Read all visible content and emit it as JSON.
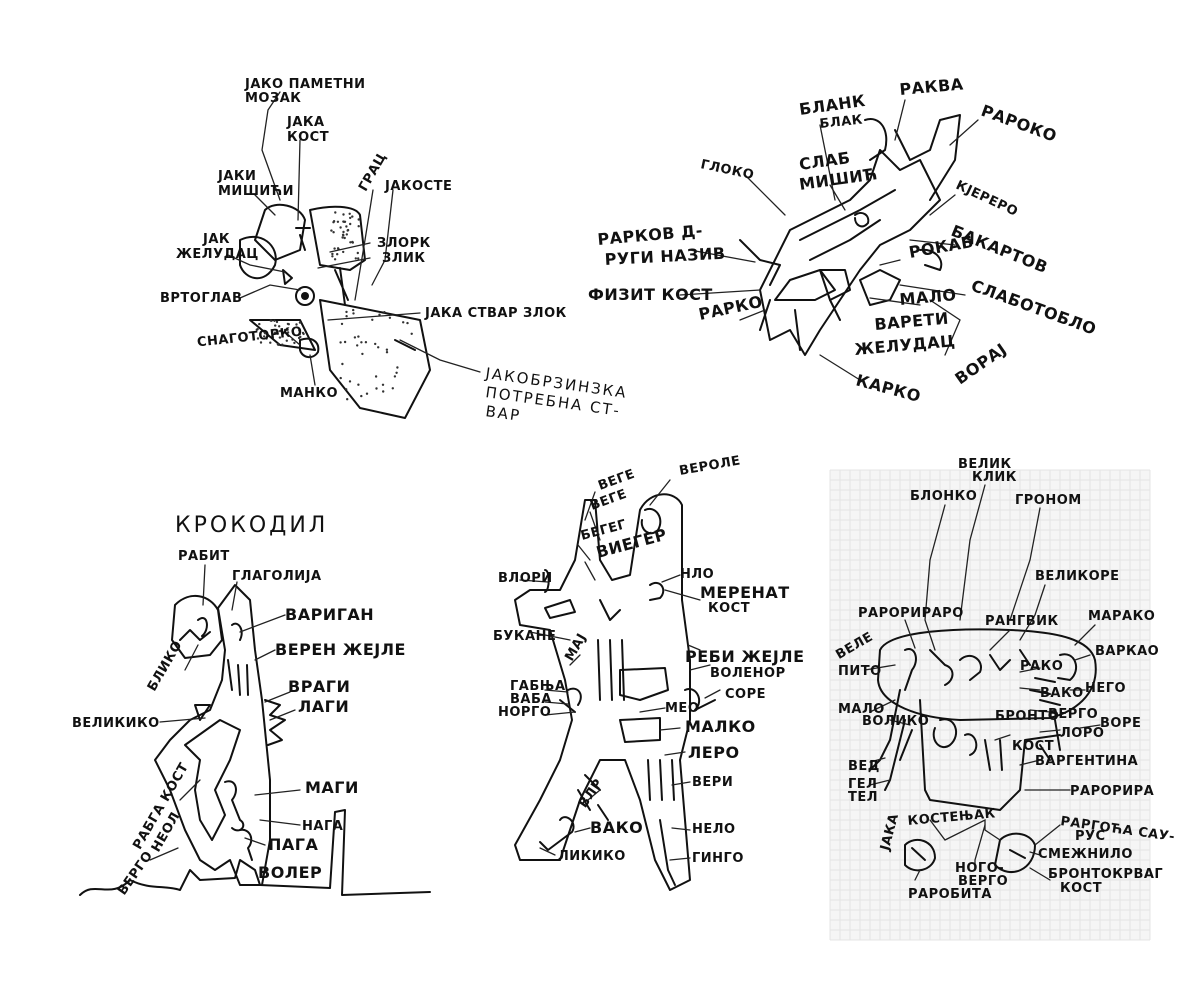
{
  "drawings": [
    {
      "id": "drawing-1",
      "labels": [
        [
          "ЈАКО ПАМЕТНИ"
        ],
        [
          "МОЗАК"
        ],
        [
          "ЈАКА"
        ],
        [
          "КОСТ"
        ],
        [
          "ЈАКИ"
        ],
        [
          "МИШИЋИ"
        ],
        [
          "ГРАЦ"
        ],
        [
          "ЈАКОСТЕ"
        ],
        [
          "ЈАК"
        ],
        [
          "ЖЕЛУДАЦ"
        ],
        [
          "ЗЛОРК"
        ],
        [
          "ЗЛИК"
        ],
        [
          "ВРТОГЛАВ"
        ],
        [
          "СНАГОТОРКО"
        ],
        [
          "ЈАКА СТВАР ЗЛОК"
        ],
        [
          "ЈАКОБРЗИНЗКА"
        ],
        [
          "ПОТРЕБНА СТ-"
        ],
        [
          "ВАР"
        ],
        [
          "МАНКО"
        ]
      ]
    },
    {
      "id": "drawing-2",
      "labels": [
        [
          "ГЛОКО"
        ],
        [
          "БЛАНК"
        ],
        [
          "БЛАК"
        ],
        [
          "РАКВА"
        ],
        [
          "РАРОКО"
        ],
        [
          "СЛАБ"
        ],
        [
          "МИШИЋ"
        ],
        [
          "КЈЕРЕРО"
        ],
        [
          "РАРКОВ Д-"
        ],
        [
          "РУГИ НАЗИВ"
        ],
        [
          "БАКАРТОВ"
        ],
        [
          "РОКАБ"
        ],
        [
          "ФИЗИТ КОСТ"
        ],
        [
          "СЛАБОТОБЛО"
        ],
        [
          "РАРКО"
        ],
        [
          "МАЛО"
        ],
        [
          "ВАРЕТИ"
        ],
        [
          "ЖЕЛУДАЦ"
        ],
        [
          "ВОРАЈ"
        ],
        [
          "КАРКО"
        ]
      ]
    },
    {
      "id": "drawing-3",
      "labels": [
        [
          "КРОКОДИЛ"
        ],
        [
          "РАБИТ"
        ],
        [
          "ГЛАГОЛИЈА"
        ],
        [
          "ВАРИГАН"
        ],
        [
          "ВЕРЕН ЖЕЈЛЕ"
        ],
        [
          "БЛИКО"
        ],
        [
          "ВРАГИ"
        ],
        [
          "ЛАГИ"
        ],
        [
          "ВЕЛИКИКО"
        ],
        [
          "МАГИ"
        ],
        [
          "РАБГА КОСТ"
        ],
        [
          "НЕОЛ"
        ],
        [
          "НАГА"
        ],
        [
          "ПАГА"
        ],
        [
          "ВОЛЕР"
        ],
        [
          "ВЕРГО"
        ]
      ]
    },
    {
      "id": "drawing-4",
      "labels": [
        [
          "ВЕГЕ"
        ],
        [
          "ВЕГЕ"
        ],
        [
          "ВЕРОЛЕ"
        ],
        [
          "БЕГЕГ"
        ],
        [
          "ВИЕГЕР"
        ],
        [
          "ВЛОРИ"
        ],
        [
          "НЛО"
        ],
        [
          "МЕРЕНАТ"
        ],
        [
          "КОСТ"
        ],
        [
          "БУКАНЕ"
        ],
        [
          "МАЈ"
        ],
        [
          "РЕБИ ЖЕЈЛЕ"
        ],
        [
          "ВОЛЕНОР"
        ],
        [
          "ГАБЊА"
        ],
        [
          "ВАБА"
        ],
        [
          "НОРГО"
        ],
        [
          "СОРЕ"
        ],
        [
          "МЕО"
        ],
        [
          "МАЛКО"
        ],
        [
          "ЛЕРО"
        ],
        [
          "ВЕРИ"
        ],
        [
          "ВЛР"
        ],
        [
          "ВАКО"
        ],
        [
          "НЕЛО"
        ],
        [
          "ЛИКИКО"
        ],
        [
          "ГИНГО"
        ]
      ]
    },
    {
      "id": "drawing-5",
      "labels": [
        [
          "ВЕЛИК"
        ],
        [
          "КЛИК"
        ],
        [
          "БЛОНКО"
        ],
        [
          "ГРОНОМ"
        ],
        [
          "ВЕЛИКОРЕ"
        ],
        [
          "РАРОРИРАРО"
        ],
        [
          "РАНГВИК"
        ],
        [
          "МАРАКО"
        ],
        [
          "ВЕЛЕ"
        ],
        [
          "ПИТО"
        ],
        [
          "ВАРКАО"
        ],
        [
          "МАЛО"
        ],
        [
          "РАКО"
        ],
        [
          "НЕГО"
        ],
        [
          "ВАКО"
        ],
        [
          "ВОЛИКО"
        ],
        [
          "ВЕРГО"
        ],
        [
          "ВОРЕ"
        ],
        [
          "ЛОРО"
        ],
        [
          "ВЕД"
        ],
        [
          "БРОНТО"
        ],
        [
          "КОСТ"
        ],
        [
          "ГЕЛ"
        ],
        [
          "ТЕЛ"
        ],
        [
          "ВАРГЕНТИНА"
        ],
        [
          "РАРОРИРА"
        ],
        [
          "КОСТЕЊАК"
        ],
        [
          "РАРГОЋА САУ-"
        ],
        [
          "РУС"
        ],
        [
          "ЈАКА"
        ],
        [
          "СМЕЖНИЛО"
        ],
        [
          "НОГО-"
        ],
        [
          "ВЕРГО"
        ],
        [
          "БРОНТОКРВАГ"
        ],
        [
          "КОСТ"
        ],
        [
          "РАРОБИТА"
        ]
      ]
    }
  ]
}
